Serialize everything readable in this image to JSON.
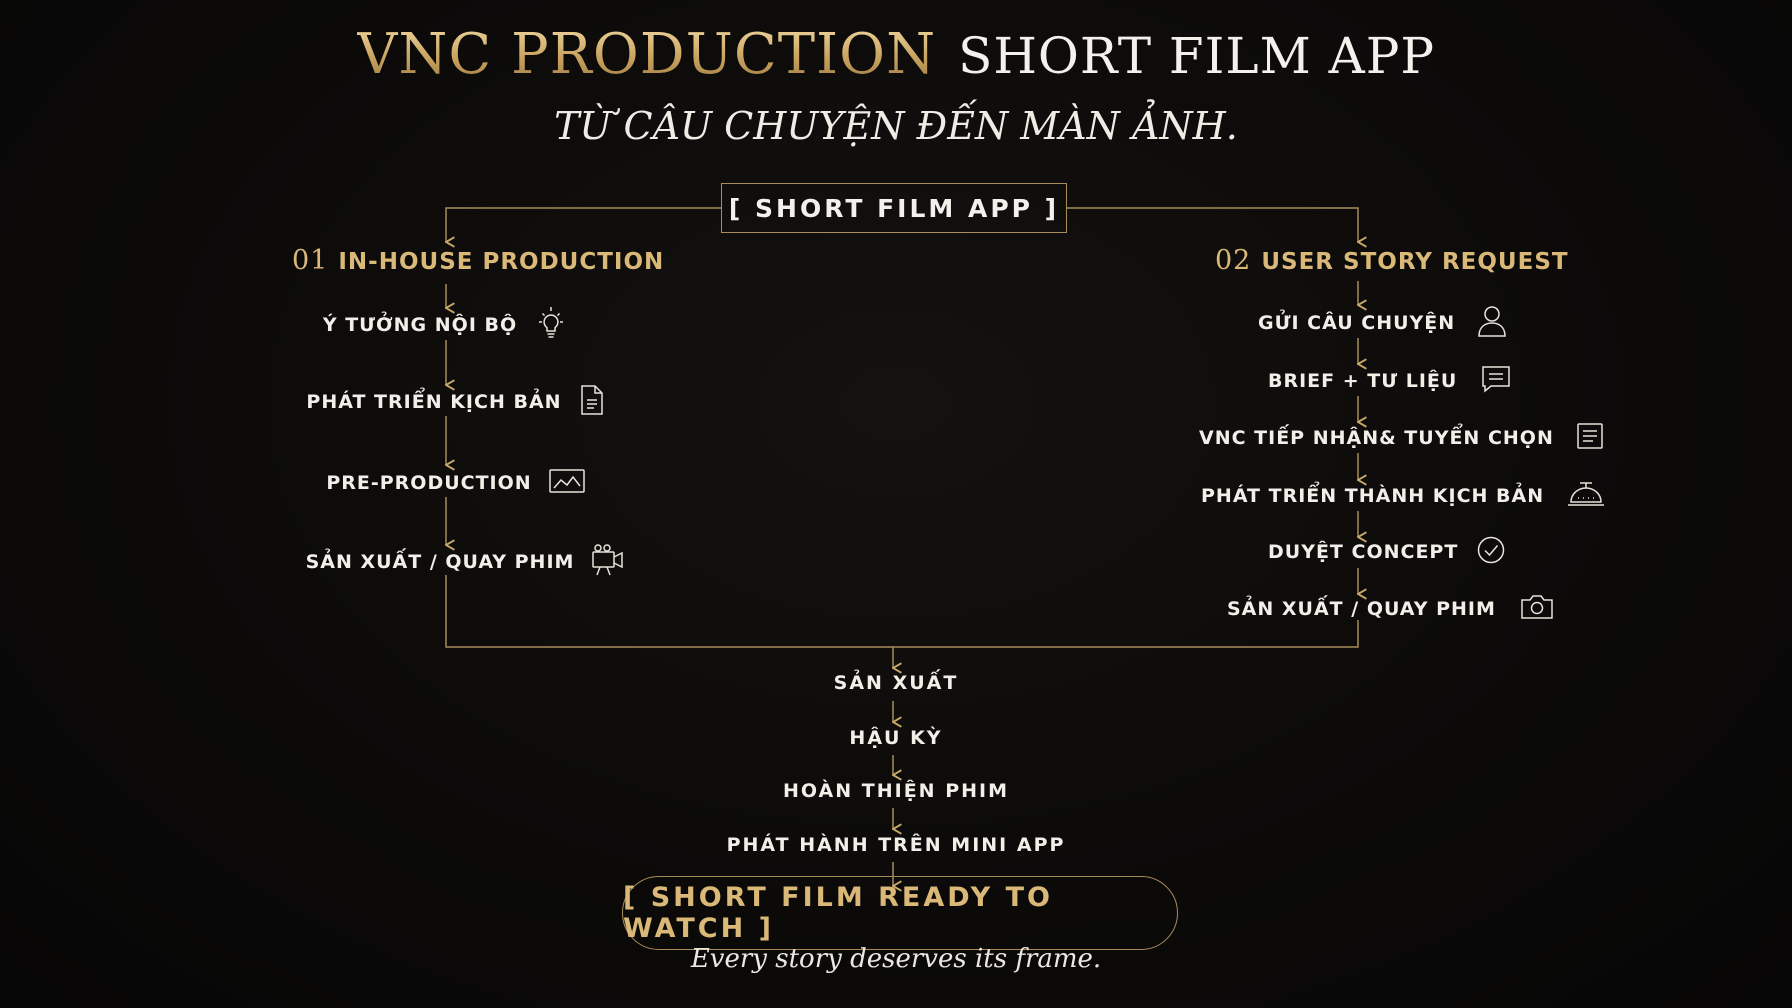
{
  "header": {
    "brand": "VNC PRODUCTION",
    "title": "SHORT FILM  APP",
    "subtitle": "TỪ CÂU CHUYỆN ĐẾN MÀN ẢNH."
  },
  "top_box": {
    "label": "[ SHORT FILM APP ]"
  },
  "left_column": {
    "number": "01",
    "heading": "IN-HOUSE PRODUCTION",
    "steps": [
      {
        "label": "Ý TƯỞNG NỘI BỘ",
        "icon": "lightbulb-icon"
      },
      {
        "label": "PHÁT TRIỂN KỊCH BẢN",
        "icon": "document-icon"
      },
      {
        "label": "PRE-PRODUCTION",
        "icon": "image-icon"
      },
      {
        "label": "SẢN XUẤT / QUAY PHIM",
        "icon": "video-camera-icon"
      }
    ]
  },
  "right_column": {
    "number": "02",
    "heading": "USER STORY REQUEST",
    "steps": [
      {
        "label": "GỬI CÂU CHUYỆN",
        "icon": "user-icon"
      },
      {
        "label": "BRIEF + TƯ LIỆU",
        "icon": "chat-icon"
      },
      {
        "label": "VNC TIẾP NHẬN& TUYỂN CHỌN",
        "icon": "list-icon"
      },
      {
        "label": "PHÁT TRIỂN THÀNH KỊCH BẢN",
        "icon": "service-bell-icon"
      },
      {
        "label": "DUYỆT CONCEPT",
        "icon": "check-circle-icon"
      },
      {
        "label": "SẢN XUẤT / QUAY PHIM",
        "icon": "camera-icon"
      }
    ]
  },
  "center_steps": [
    "SẢN XUẤT",
    "HẬU KỲ",
    "HOÀN THIỆN PHIM",
    "PHÁT HÀNH TRÊN MINI APP"
  ],
  "bottom_box": {
    "label": "[ SHORT FILM READY TO WATCH ]"
  },
  "tagline": "Every story deserves its frame.",
  "colors": {
    "gold": "#d9b878",
    "line": "#a88c5a",
    "background": "#0b0a09",
    "text": "#f2efe9"
  }
}
